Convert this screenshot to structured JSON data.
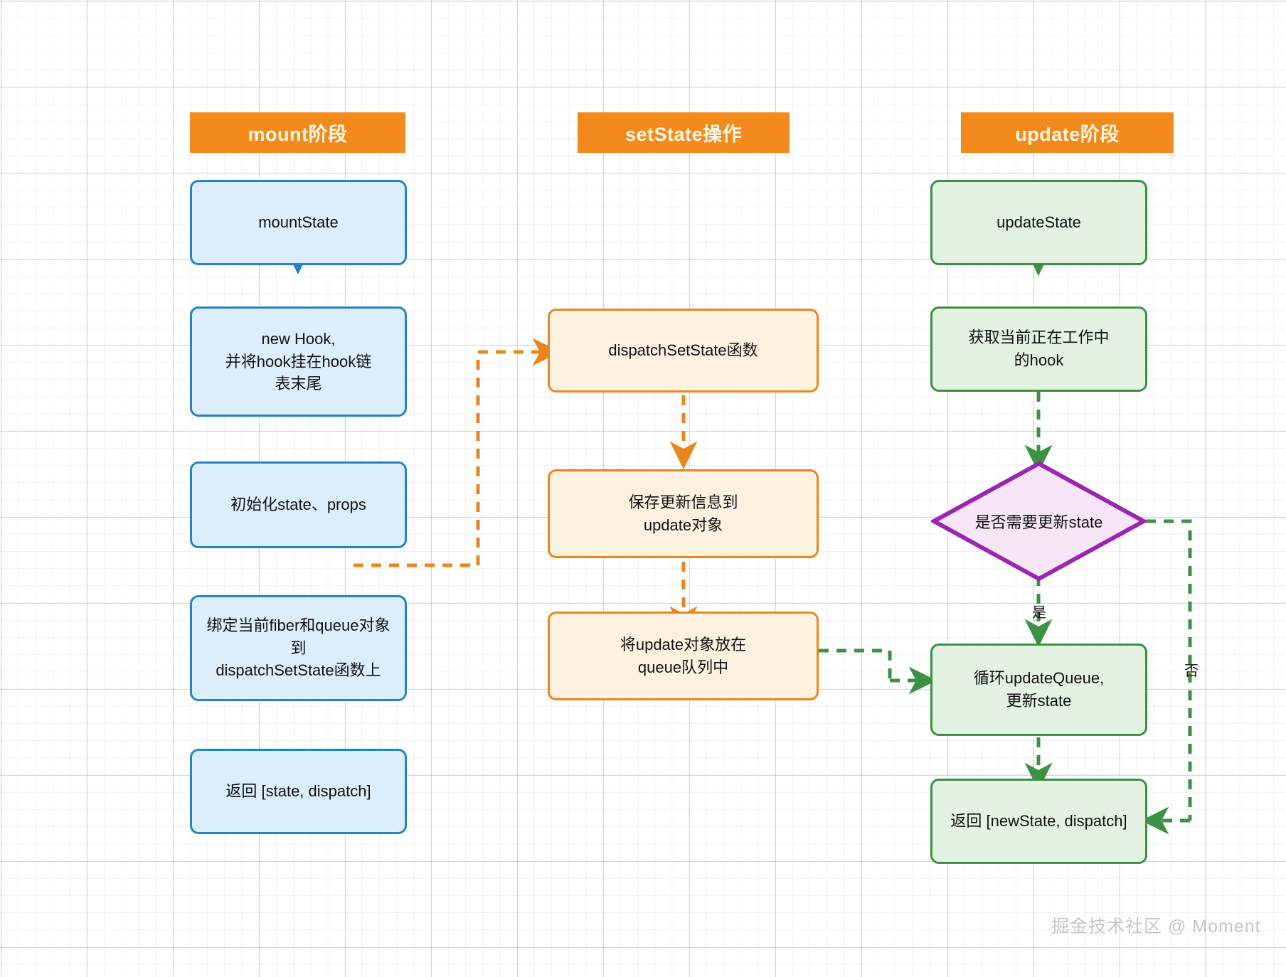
{
  "columns": [
    {
      "id": "mount",
      "header": "mount阶段"
    },
    {
      "id": "setstate",
      "header": "setState操作"
    },
    {
      "id": "update",
      "header": "update阶段"
    }
  ],
  "nodes": {
    "mount": [
      {
        "id": "mountState",
        "text": "mountState"
      },
      {
        "id": "newHook",
        "text": "new Hook,\n并将hook挂在hook链\n表末尾"
      },
      {
        "id": "initStateProps",
        "text": "初始化state、props"
      },
      {
        "id": "bindFiberQueue",
        "text": "绑定当前fiber和queue对象\n到\ndispatchSetState函数上"
      },
      {
        "id": "returnStateDispatch",
        "text": "返回 [state, dispatch]"
      }
    ],
    "setstate": [
      {
        "id": "dispatchSetState",
        "text": "dispatchSetState函数"
      },
      {
        "id": "saveUpdateInfo",
        "text": "保存更新信息到\nupdate对象"
      },
      {
        "id": "putUpdateInQueue",
        "text": "将update对象放在\nqueue队列中"
      }
    ],
    "update": [
      {
        "id": "updateState",
        "text": "updateState"
      },
      {
        "id": "getWorkingHook",
        "text": "获取当前正在工作中\n的hook"
      },
      {
        "id": "needUpdateStateDecision",
        "text": "是否需要更新state",
        "shape": "diamond"
      },
      {
        "id": "loopUpdateQueue",
        "text": "循环updateQueue,\n更新state"
      },
      {
        "id": "returnNewStateDispatch",
        "text": "返回 [newState, dispatch]"
      }
    ]
  },
  "edge_labels": [
    {
      "id": "yes",
      "text": "是"
    },
    {
      "id": "no",
      "text": "否"
    }
  ],
  "watermark": "掘金技术社区 @ Moment",
  "colors": {
    "header_bg": "#F28A1C",
    "header_text": "#FFF8E8",
    "blue_fill": "#DCEEFB",
    "blue_stroke": "#2484C6",
    "orange_fill": "#FDF1E0",
    "orange_stroke": "#E8871E",
    "green_fill": "#E4F2E3",
    "green_stroke": "#3D9142",
    "purple_fill": "#F7E6F7",
    "purple_stroke": "#9B27B0",
    "grid": "#E3E3E3",
    "watermark": "#C6C6C6"
  }
}
